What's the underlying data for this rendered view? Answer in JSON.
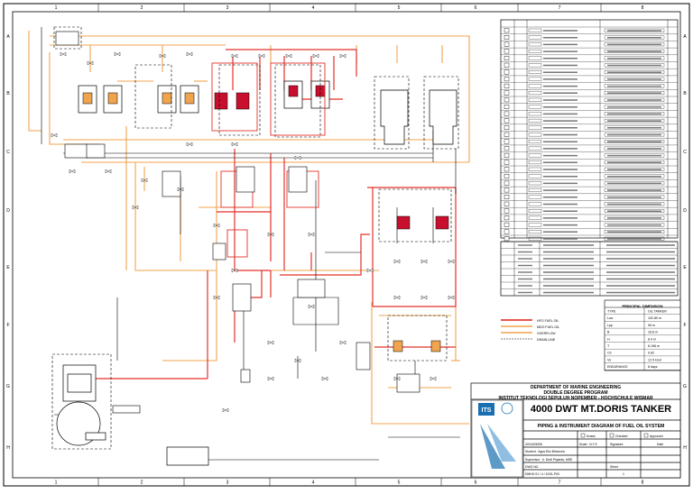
{
  "grid": {
    "columns": [
      "1",
      "2",
      "3",
      "4",
      "5",
      "6",
      "7",
      "8"
    ],
    "rows": [
      "A",
      "B",
      "C",
      "D",
      "E",
      "F",
      "G",
      "H"
    ]
  },
  "title_block": {
    "dept_lines": [
      "DEPARTMENT OF MARINE ENGINEERING",
      "DOUBLE DEGREE PROGRAM",
      "INSTITUT TEKNOLOGI SEPULUH NOPEMBER - HOCHSCHULE WISMAR"
    ],
    "logo_text": "ITS",
    "ship_title": "4000 DWT MT.DORIS TANKER",
    "drawing_title": "PIPING & INSTRUMENT DIAGRAM OF FUEL OIL SYSTEM",
    "check_labels": [
      "Drawn",
      "Checked",
      "Approved"
    ],
    "signature_label": "Signature",
    "date_label": "Date",
    "drawing_no": "4214105006",
    "scale": "Scale : N.T.S",
    "student": "Student : Agus Eko Bintoro/w",
    "supervisor": "Supervisor : Ir. Dedi Priyanto, MSE",
    "dwg_no": "DWG NO.",
    "dwg_code": "DMHG 01 / 4 / 1D01-P00",
    "sheet_label": "Sheet",
    "sheet_value": "1"
  },
  "principal_dimension": {
    "heading": "PRINCIPAL DIMENSION",
    "rows": [
      [
        "TYPE",
        "OIL TANKER"
      ],
      [
        "Loa",
        "102.80 m"
      ],
      [
        "Lpp",
        "95  m"
      ],
      [
        "B",
        "16.8  m"
      ],
      [
        "H",
        "8.4  m"
      ],
      [
        "T",
        "6.196  m"
      ],
      [
        "Cb",
        "0.82"
      ],
      [
        "Vs",
        "12.5 knot"
      ],
      [
        "ENDURANCE",
        "8 days"
      ]
    ]
  },
  "pipe_legend": [
    "HFO FUEL OIL",
    "MDO FUEL OIL",
    "OVERFLOW",
    "DRAIN LINE"
  ],
  "colors": {
    "hfo_line": "#e3312b",
    "mdo_line": "#f0a44e",
    "drawing_line": "#000000",
    "tank_fill": "#c8102e",
    "logo_blue": "#1a6fb0"
  }
}
